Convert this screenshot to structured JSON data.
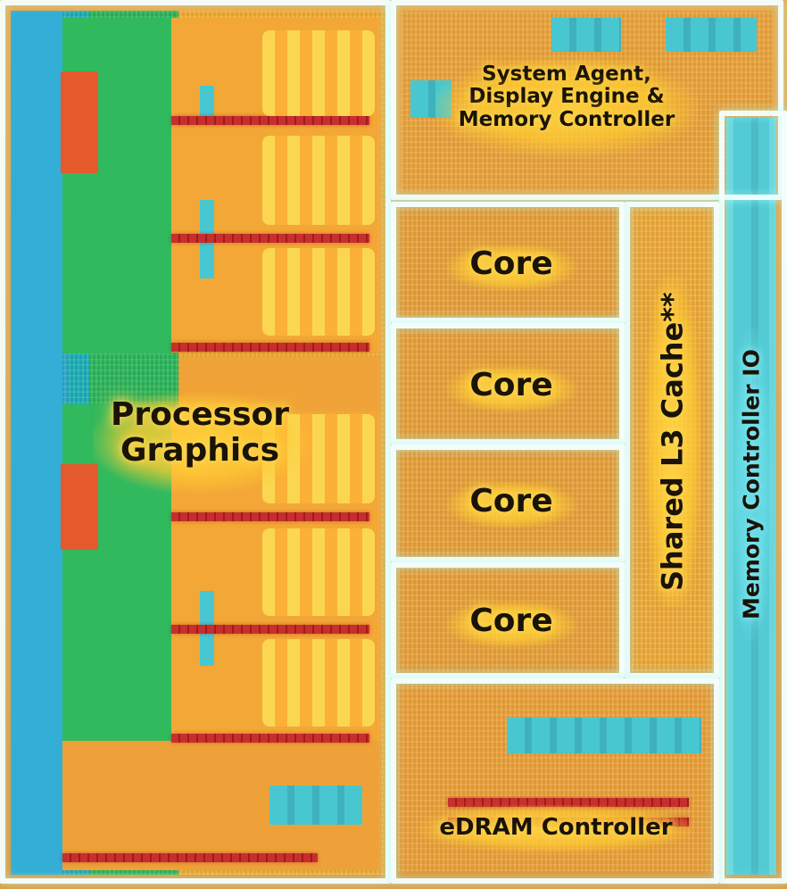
{
  "diagram": {
    "blocks": {
      "processor_graphics": "Processor\nGraphics",
      "system_agent": "System Agent,\nDisplay Engine &\nMemory Controller",
      "cores": [
        "Core",
        "Core",
        "Core",
        "Core"
      ],
      "shared_l3_cache": "Shared L3 Cache**",
      "memory_controller_io": "Memory Controller IO",
      "edram_controller": "eDRAM Controller"
    }
  }
}
